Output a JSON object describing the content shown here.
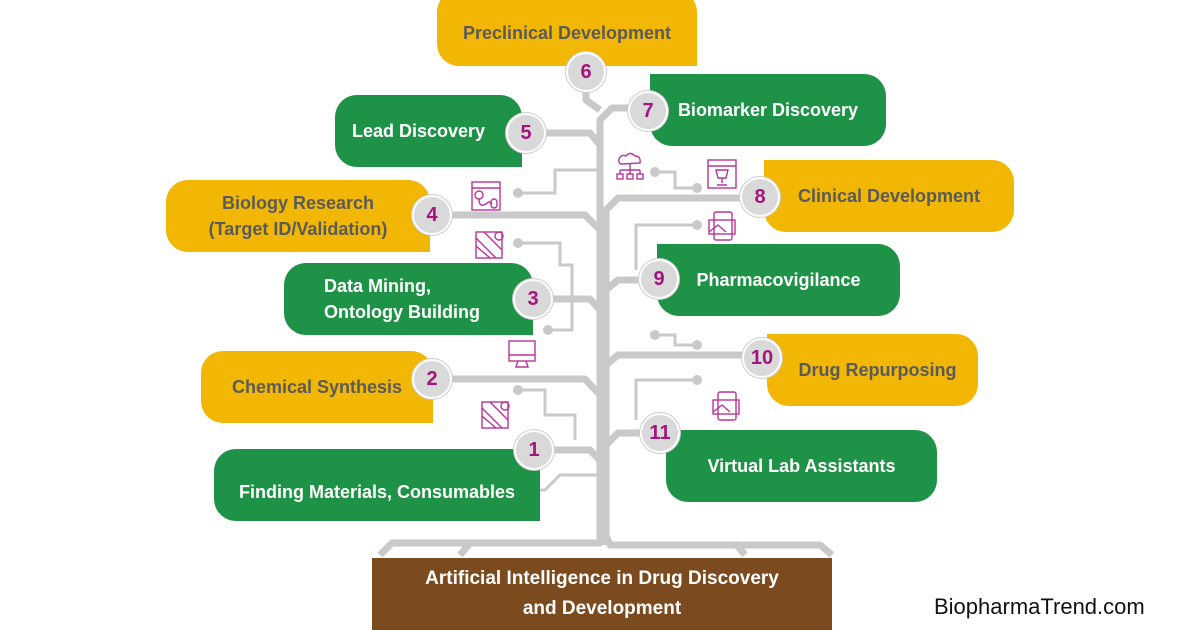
{
  "title": "Artificial Intelligence in Drug Discovery and Development",
  "title_lines": [
    "Artificial Intelligence in Drug Discovery",
    "and Development"
  ],
  "brand": "BiopharmaTrend.com",
  "stages": [
    {
      "n": "1",
      "label": "Finding Materials, Consumables"
    },
    {
      "n": "2",
      "label": "Chemical Synthesis"
    },
    {
      "n": "3",
      "label": "Data Mining,\nOntology Building",
      "lines": [
        "Data Mining,",
        "Ontology Building"
      ]
    },
    {
      "n": "4",
      "label": "Biology Research\n(Target ID/Validation)",
      "lines": [
        "Biology Research",
        "(Target ID/Validation)"
      ]
    },
    {
      "n": "5",
      "label": "Lead Discovery"
    },
    {
      "n": "6",
      "label": "Preclinical Development"
    },
    {
      "n": "7",
      "label": "Biomarker Discovery"
    },
    {
      "n": "8",
      "label": "Clinical Development"
    },
    {
      "n": "9",
      "label": "Pharmacovigilance"
    },
    {
      "n": "10",
      "label": "Drug Repurposing"
    },
    {
      "n": "11",
      "label": "Virtual Lab Assistants"
    }
  ],
  "colors": {
    "green": "#1e9246",
    "yellow": "#f2b705",
    "brown": "#7b4a1e",
    "number": "#a3157c",
    "branch": "#c9c9c9"
  }
}
